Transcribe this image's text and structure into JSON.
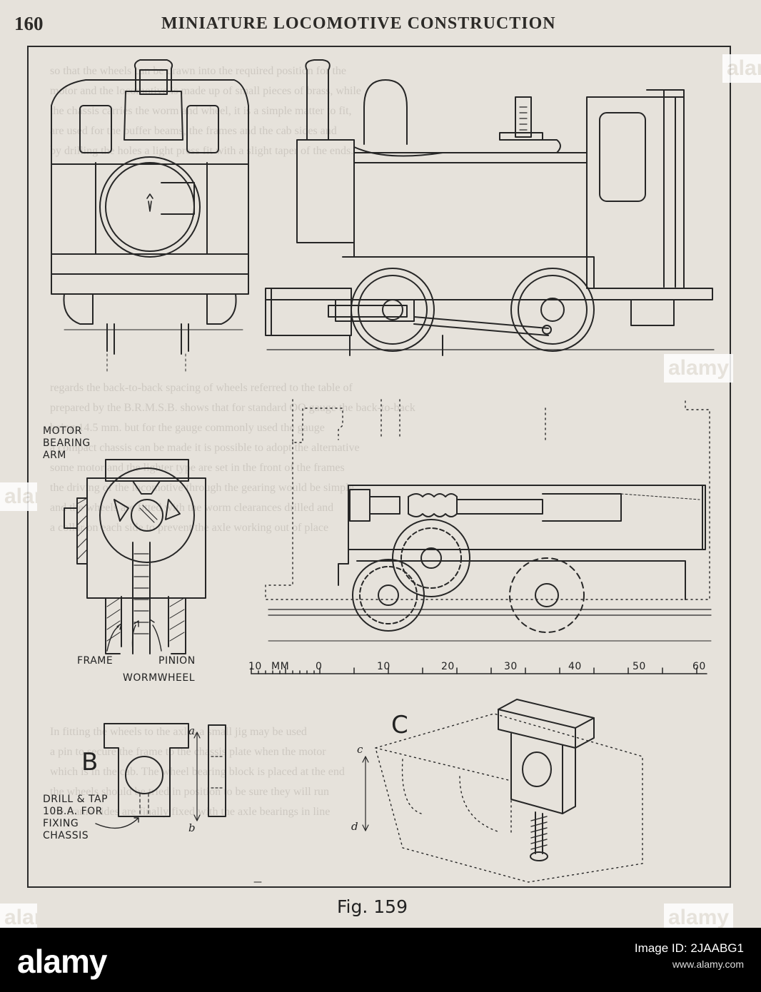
{
  "page": {
    "number": "160",
    "running_title": "MINIATURE LOCOMOTIVE CONSTRUCTION",
    "caption": "Fig. 159",
    "bleed_through_lines": [
      "so that the wheels can be drawn into the required position for the",
      "motor and the locomotive is made up of small pieces of brass, while",
      "the chassis carries the worm and wheel, it is a simple matter to fit,",
      "are used for the buffer beams, the frames and the cab sides and",
      "by drilling the holes a light press fit with a slight taper of the ends.",
      "regards the back-to-back spacing of wheels referred to the table of",
      "prepared by the B.R.M.S.B. shows that for standard OO gauge the back-to-back",
      "being 14.5 mm. but for the gauge commonly used the gauge",
      "a compact chassis can be made it is possible to adopt the alternative",
      "some motor and the lighter type are set in the front of the frames",
      "the driving of the locomotive through the gearing would be simple",
      "and the wheels are fitted with the worm clearances drilled and",
      "a collar on each side to prevent the axle working out of place",
      "In fitting the wheels to the axles a small jig may be used",
      "a pin to secure the frame to the chassis plate when the motor",
      "which is in the cab. The wheel bearing block is placed at the end",
      "the wheels should be tried in position to be sure they will run",
      "the frame sides are finally fixed with the axle bearings in line"
    ]
  },
  "figure": {
    "labels": {
      "motor_bearing_arm": [
        "MOTOR",
        "BEARING",
        "ARM"
      ],
      "frame": "FRAME",
      "pinion": "PINION",
      "wormwheel": "WORMWHEEL",
      "view_b": "B",
      "view_c": "C",
      "drill_note": [
        "DRILL & TAP",
        "10B.A. FOR",
        "FIXING",
        "CHASSIS"
      ],
      "dim_a": "a",
      "dim_b": "b",
      "dim_c": "c",
      "dim_d": "d"
    },
    "scale_bar": {
      "unit": "MM",
      "ticks": [
        "10",
        "0",
        "10",
        "20",
        "30",
        "40",
        "50",
        "60"
      ]
    }
  },
  "watermark": {
    "text": "alamy"
  },
  "footer": {
    "logo": "alamy",
    "image_id_label": "Image ID: 2JAABG1",
    "site": "www.alamy.com"
  }
}
